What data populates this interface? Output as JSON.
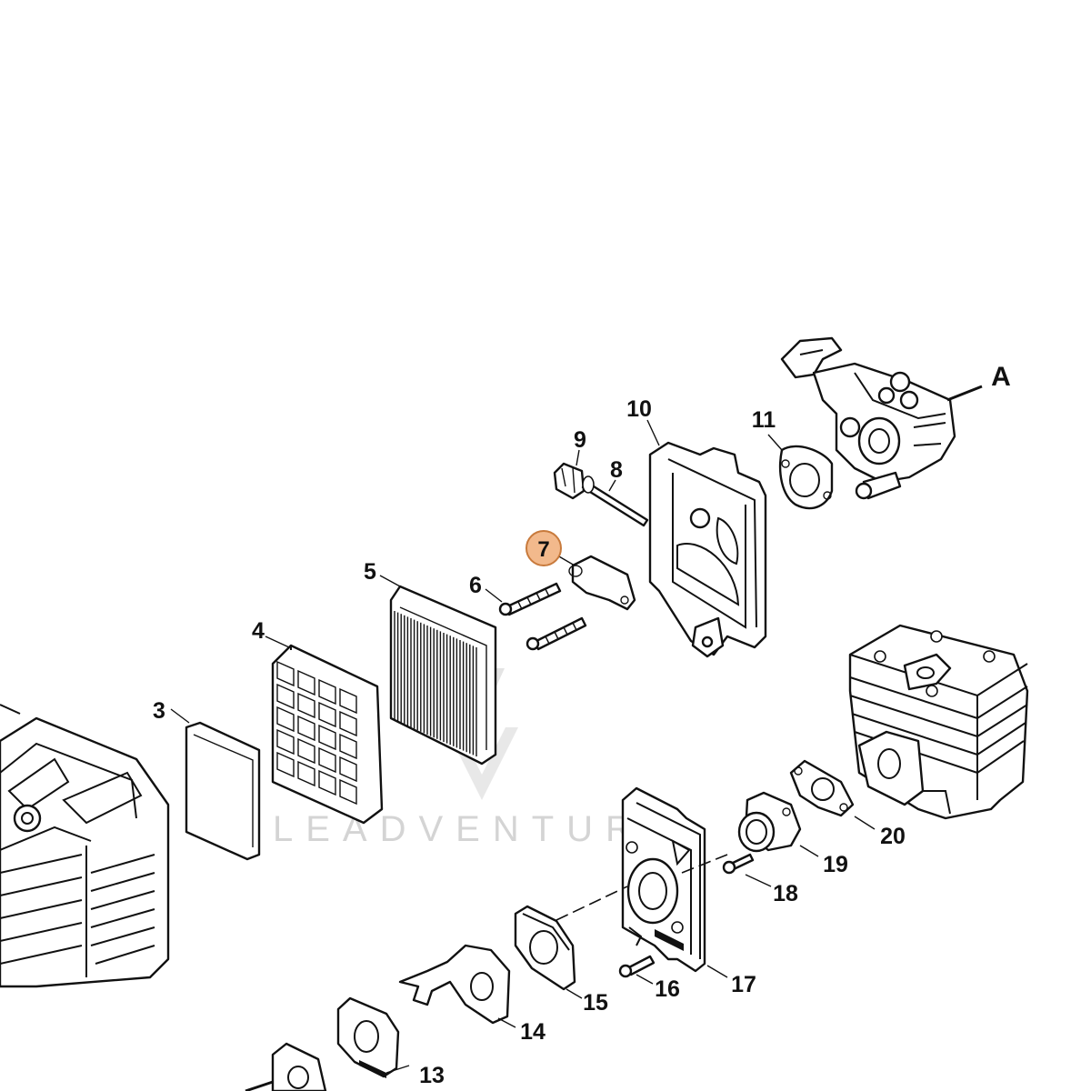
{
  "diagram": {
    "watermark": "LEADVENTURE",
    "highlight_color": "#f2b98c",
    "highlight_border": "#c87a3c",
    "highlighted_part": "7",
    "callout": "A",
    "labels": {
      "p3": "3",
      "p4": "4",
      "p5": "5",
      "p6": "6",
      "p7": "7",
      "p8": "8",
      "p9": "9",
      "p10": "10",
      "p11": "11",
      "p13": "13",
      "p14": "14",
      "p15": "15",
      "p16": "16",
      "p17": "17",
      "p18": "18",
      "p19": "19",
      "p20": "20"
    }
  }
}
